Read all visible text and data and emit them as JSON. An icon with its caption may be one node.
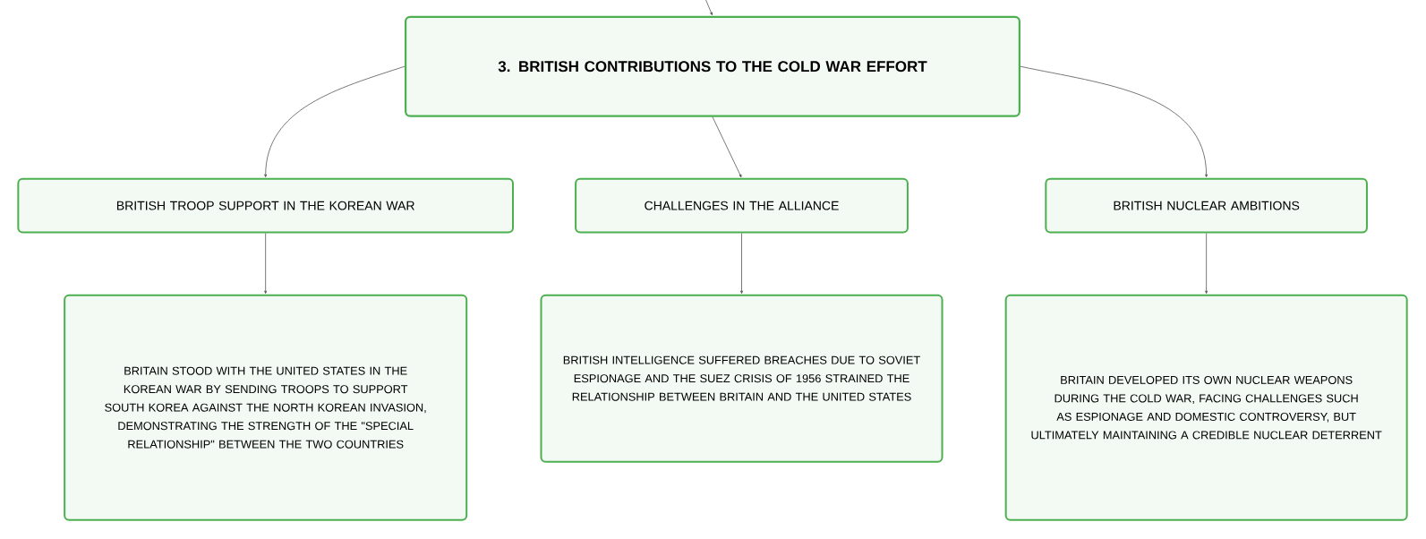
{
  "diagram": {
    "nodes": [
      {
        "text": [
          "3. BRITISH CONTRIBUTIONS TO THE COLD WAR EFFORT"
        ]
      },
      {
        "text": [
          "BRITISH TROOP SUPPORT IN THE KOREAN WAR"
        ]
      },
      {
        "text": [
          "CHALLENGES IN THE ALLIANCE"
        ]
      },
      {
        "text": [
          "BRITISH NUCLEAR AMBITIONS"
        ]
      },
      {
        "text": [
          "BRITAIN STOOD WITH THE UNITED STATES IN THE KOREAN WAR BY SENDING TROOPS TO SUPPORT SOUTH KOREA AGAINST THE NORTH KOREAN INVASION, DEMONSTRATING THE STRENGTH OF THE \"SPECIAL RELATIONSHIP\" BETWEEN THE TWO COUNTRIES"
        ]
      },
      {
        "text": [
          "BRITISH INTELLIGENCE SUFFERED BREACHES DUE TO SOVIET ESPIONAGE AND THE SUEZ CRISIS OF 1956 STRAINED THE RELATIONSHIP BETWEEN BRITAIN AND THE UNITED STATES"
        ]
      },
      {
        "text": [
          "BRITAIN DEVELOPED ITS OWN NUCLEAR WEAPONS DURING THE COLD WAR, FACING CHALLENGES SUCH AS ESPIONAGE AND DOMESTIC CONTROVERSY, BUT ULTIMATELY MAINTAINING A CREDIBLE NUCLEAR DETERRENT"
        ]
      }
    ],
    "edges": [
      {
        "from": null,
        "to": 0,
        "arrow": "to"
      },
      {
        "from": 0,
        "to": 1,
        "arrow": "to"
      },
      {
        "from": 0,
        "to": 2,
        "arrow": "to"
      },
      {
        "from": 0,
        "to": 3,
        "arrow": "to"
      },
      {
        "from": 1,
        "to": 4,
        "arrow": "to"
      },
      {
        "from": 2,
        "to": 5,
        "arrow": "to"
      },
      {
        "from": 3,
        "to": 6,
        "arrow": "to"
      }
    ]
  }
}
